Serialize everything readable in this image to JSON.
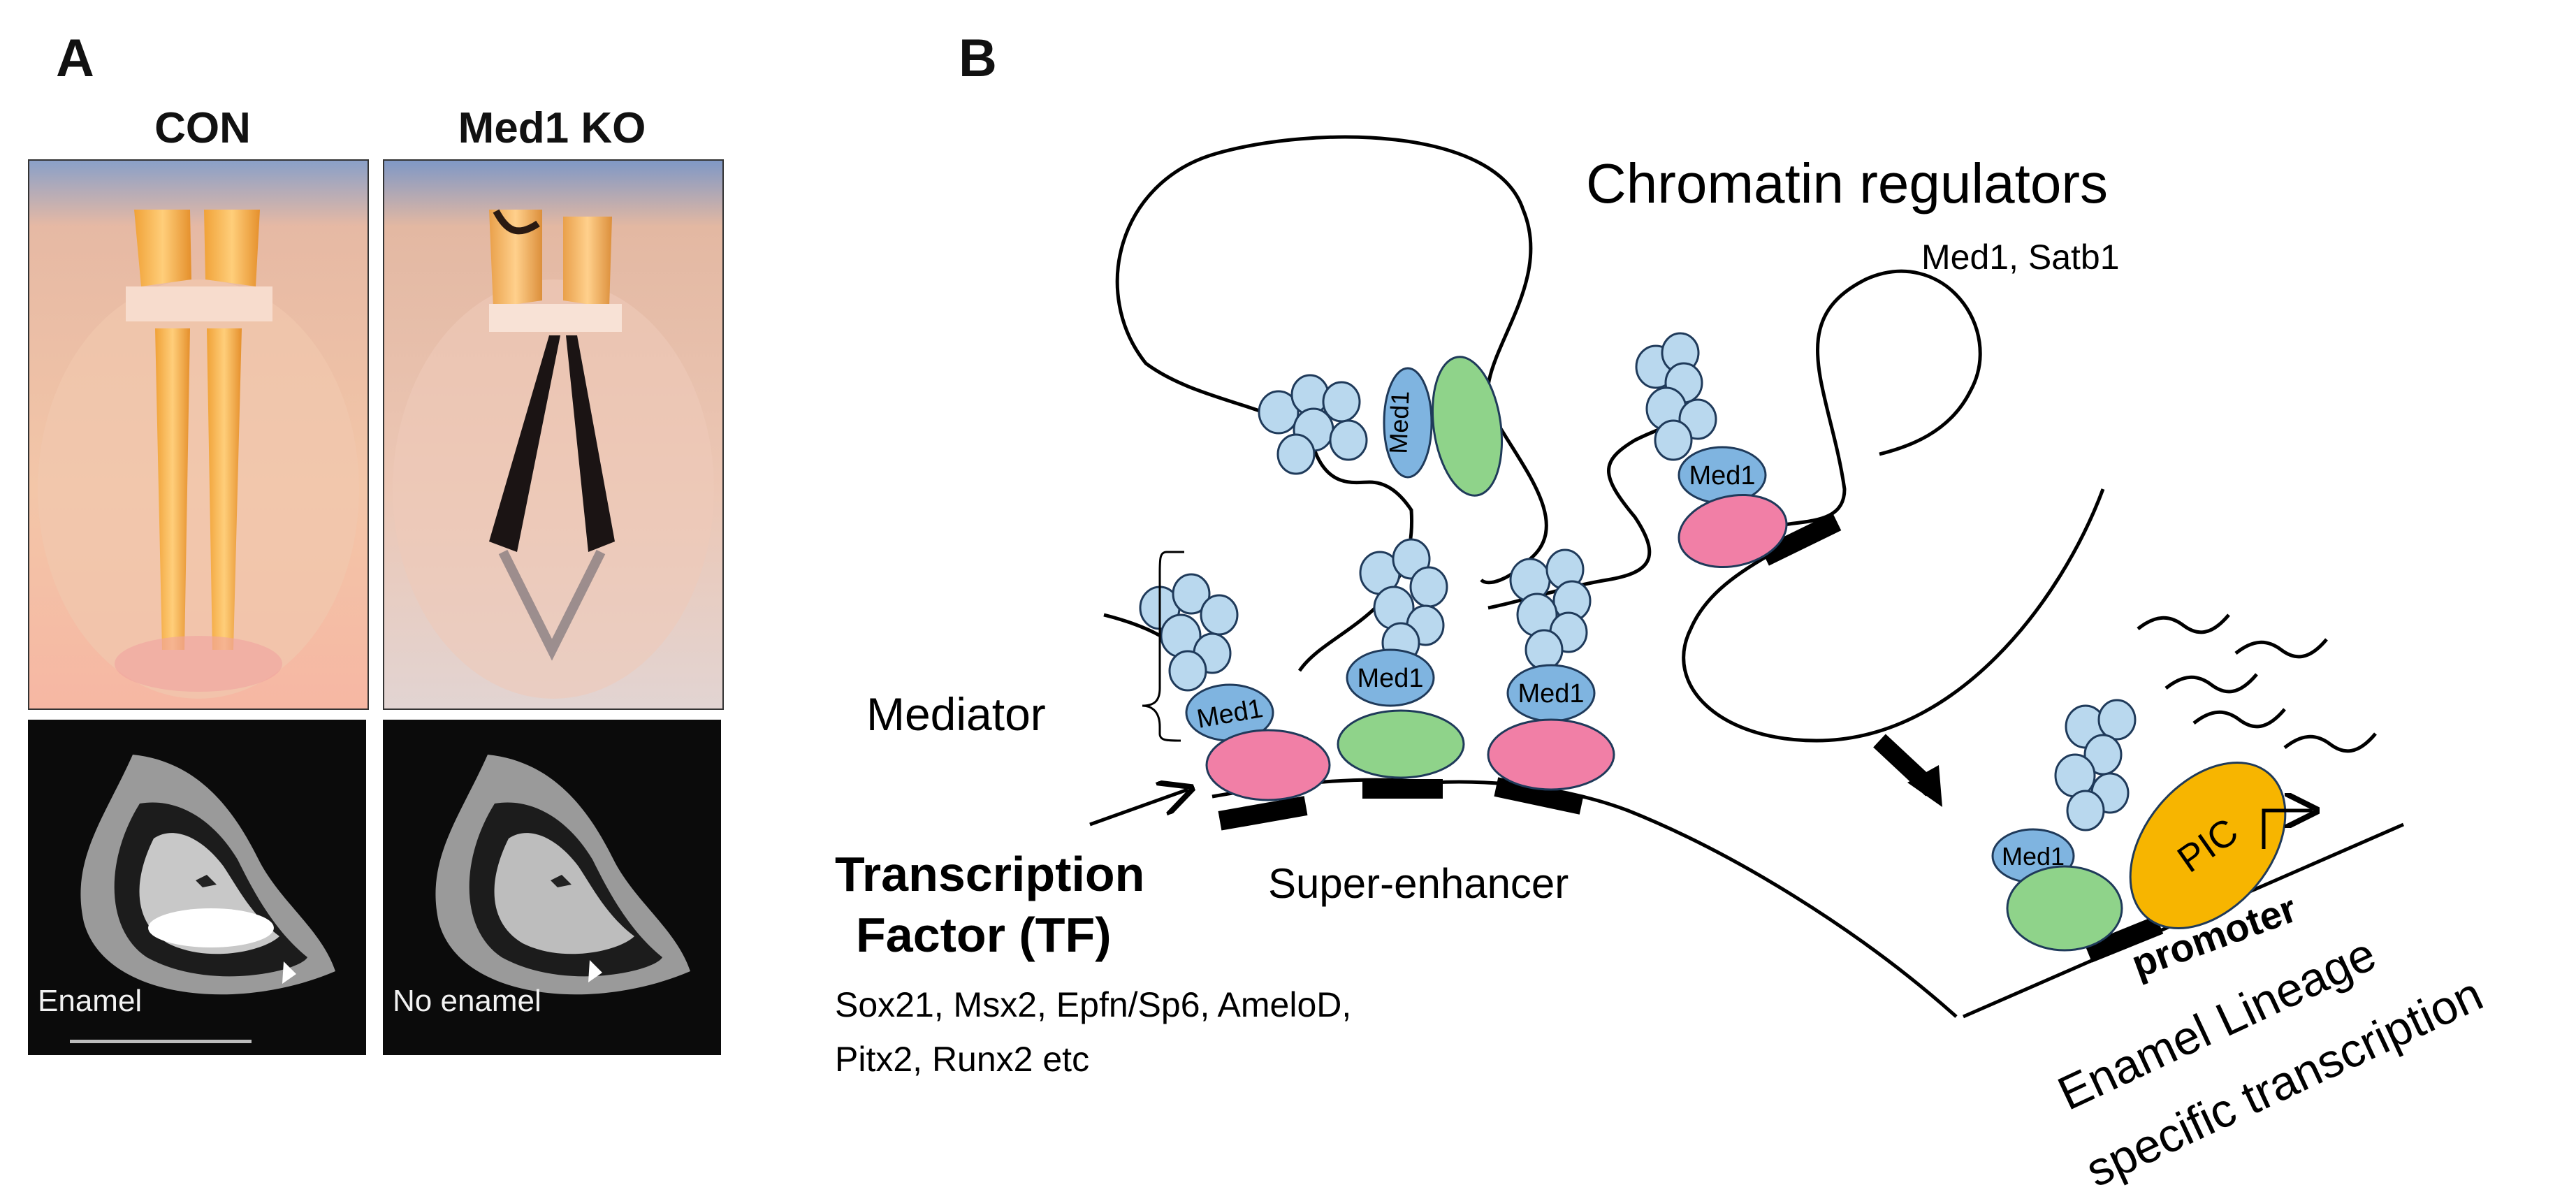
{
  "panel_a": {
    "letter": "A",
    "columns": [
      "CON",
      "Med1 KO"
    ],
    "ct_labels": [
      "Enamel",
      "No enamel"
    ]
  },
  "panel_b": {
    "letter": "B",
    "chromatin_title": "Chromatin regulators",
    "chromatin_examples": "Med1, Satb1",
    "mediator_label": "Mediator",
    "tf_title_line1": "Transcription",
    "tf_title_line2": "Factor (TF)",
    "tf_list_line1": "Sox21, Msx2, Epfn/Sp6, AmeloD,",
    "tf_list_line2": "Pitx2, Runx2 etc",
    "super_enhancer": "Super-enhancer",
    "med1_label": "Med1",
    "pic_label": "PIC",
    "promoter_label": "promoter",
    "outcome_line1": "Enamel Lineage",
    "outcome_line2": "specific transcription"
  },
  "colors": {
    "mediator_blue": "#b9d8ee",
    "med1_blue": "#7fb4e0",
    "tf_pink": "#f17fa6",
    "green": "#8fd38a",
    "pic_orange": "#f7b500",
    "outline": "#1f3a5a"
  }
}
